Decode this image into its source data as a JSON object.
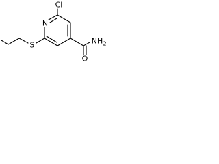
{
  "molecule": {
    "atoms": {
      "cl": "Cl",
      "n": "N",
      "s": "S",
      "o": "O",
      "amide": "NH",
      "amide_sub": "2"
    },
    "colors": {
      "line": "#000000",
      "background": "#ffffff"
    }
  }
}
